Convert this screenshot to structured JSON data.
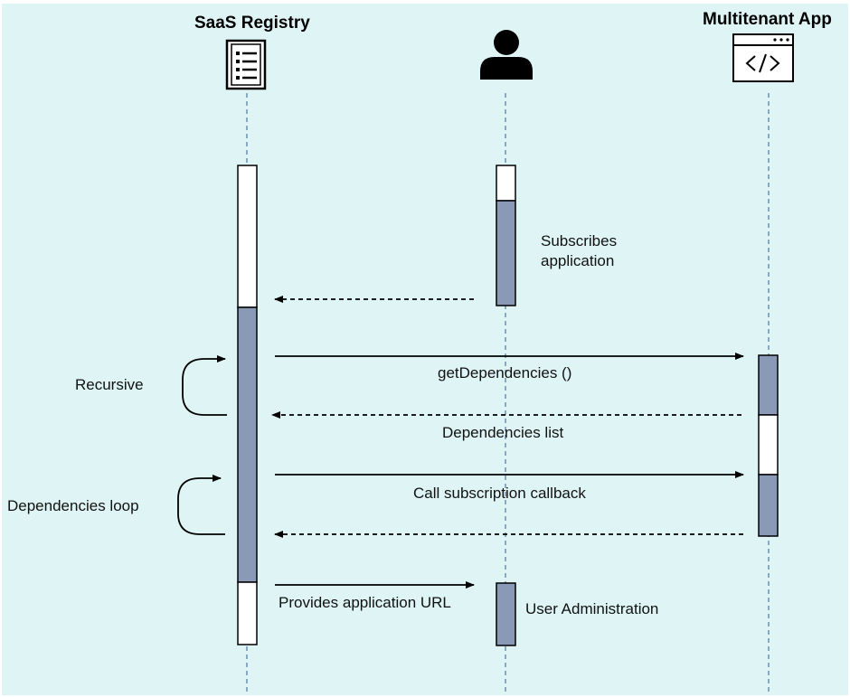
{
  "colors": {
    "background": "#dff5f5",
    "lifeline": "#5a7fa8",
    "activation_fill": "#8a99b5",
    "stroke": "#000000"
  },
  "participants": {
    "saas_registry": {
      "title": "SaaS Registry",
      "icon": "checklist-document-icon"
    },
    "user": {
      "title": "",
      "icon": "user-icon"
    },
    "multitenant_app": {
      "title": "Multitenant App",
      "icon": "browser-code-window-icon"
    }
  },
  "notes": {
    "subscribes": [
      "Subscribes",
      "application"
    ],
    "recursive": "Recursive",
    "dependencies_loop": "Dependencies loop",
    "user_administration": "User Administration"
  },
  "messages": [
    {
      "label": "",
      "from": "user",
      "to": "saas_registry",
      "style": "dashed"
    },
    {
      "label": "getDependencies ()",
      "from": "saas_registry",
      "to": "multitenant_app",
      "style": "solid"
    },
    {
      "label": "Dependencies list",
      "from": "multitenant_app",
      "to": "saas_registry",
      "style": "dashed"
    },
    {
      "label": "Call subscription callback",
      "from": "saas_registry",
      "to": "multitenant_app",
      "style": "solid"
    },
    {
      "label": "",
      "from": "multitenant_app",
      "to": "saas_registry",
      "style": "dashed"
    },
    {
      "label": "Provides application URL",
      "from": "saas_registry",
      "to": "user",
      "style": "solid"
    }
  ]
}
